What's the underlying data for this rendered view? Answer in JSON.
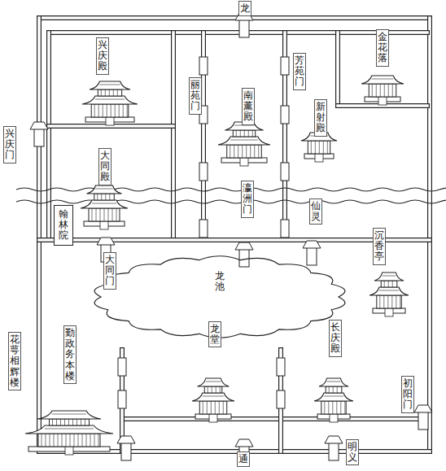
{
  "diagram": {
    "nodes": [
      {
        "text": [
          "翰林院"
        ]
      },
      {
        "text": [
          "龙池"
        ]
      }
    ],
    "labels": [
      "龙",
      "兴庆殿",
      "丽苑门",
      "南薰殿",
      "芳苑门",
      "新射殿",
      "金花落",
      "兴庆门",
      "大同殿",
      "瀛洲门",
      "仙灵",
      "沉香亭",
      "大同门",
      "龙堂",
      "长庆殿",
      "花萼相辉楼",
      "勤政务本楼",
      "初阳门",
      "通",
      "明义"
    ]
  }
}
